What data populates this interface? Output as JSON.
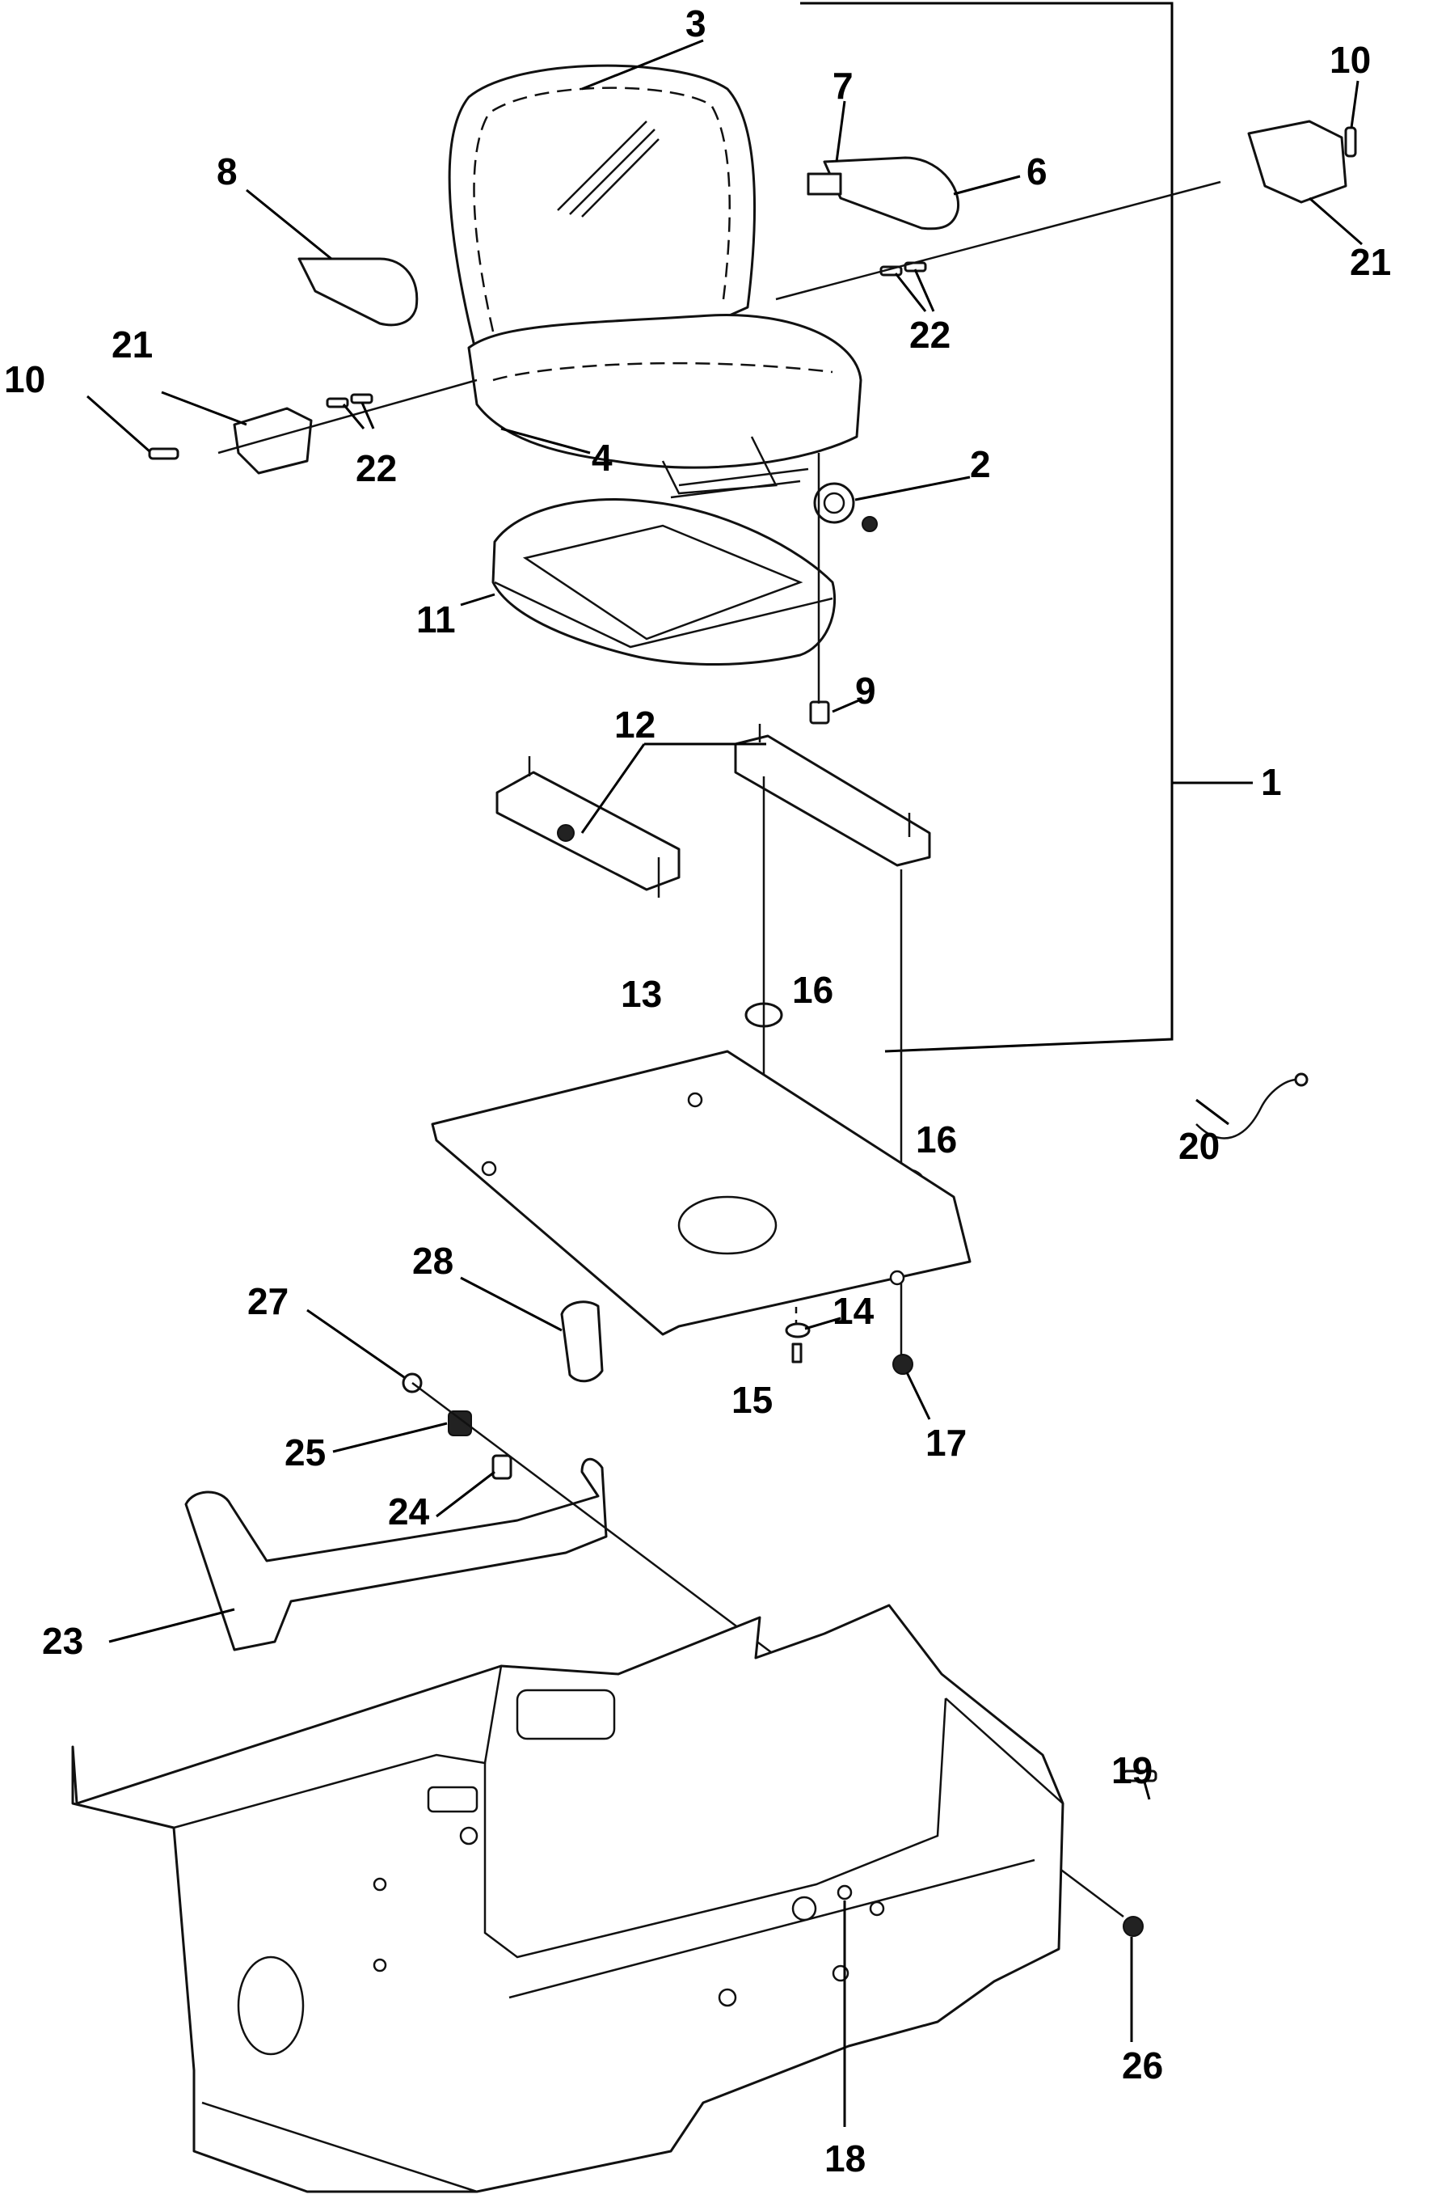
{
  "diagram": {
    "callouts": [
      "1",
      "2",
      "3",
      "4",
      "6",
      "7",
      "8",
      "9",
      "10",
      "10",
      "11",
      "12",
      "13",
      "14",
      "15",
      "16",
      "16",
      "17",
      "18",
      "19",
      "20",
      "21",
      "21",
      "22",
      "22",
      "23",
      "24",
      "25",
      "26",
      "27",
      "28"
    ]
  }
}
